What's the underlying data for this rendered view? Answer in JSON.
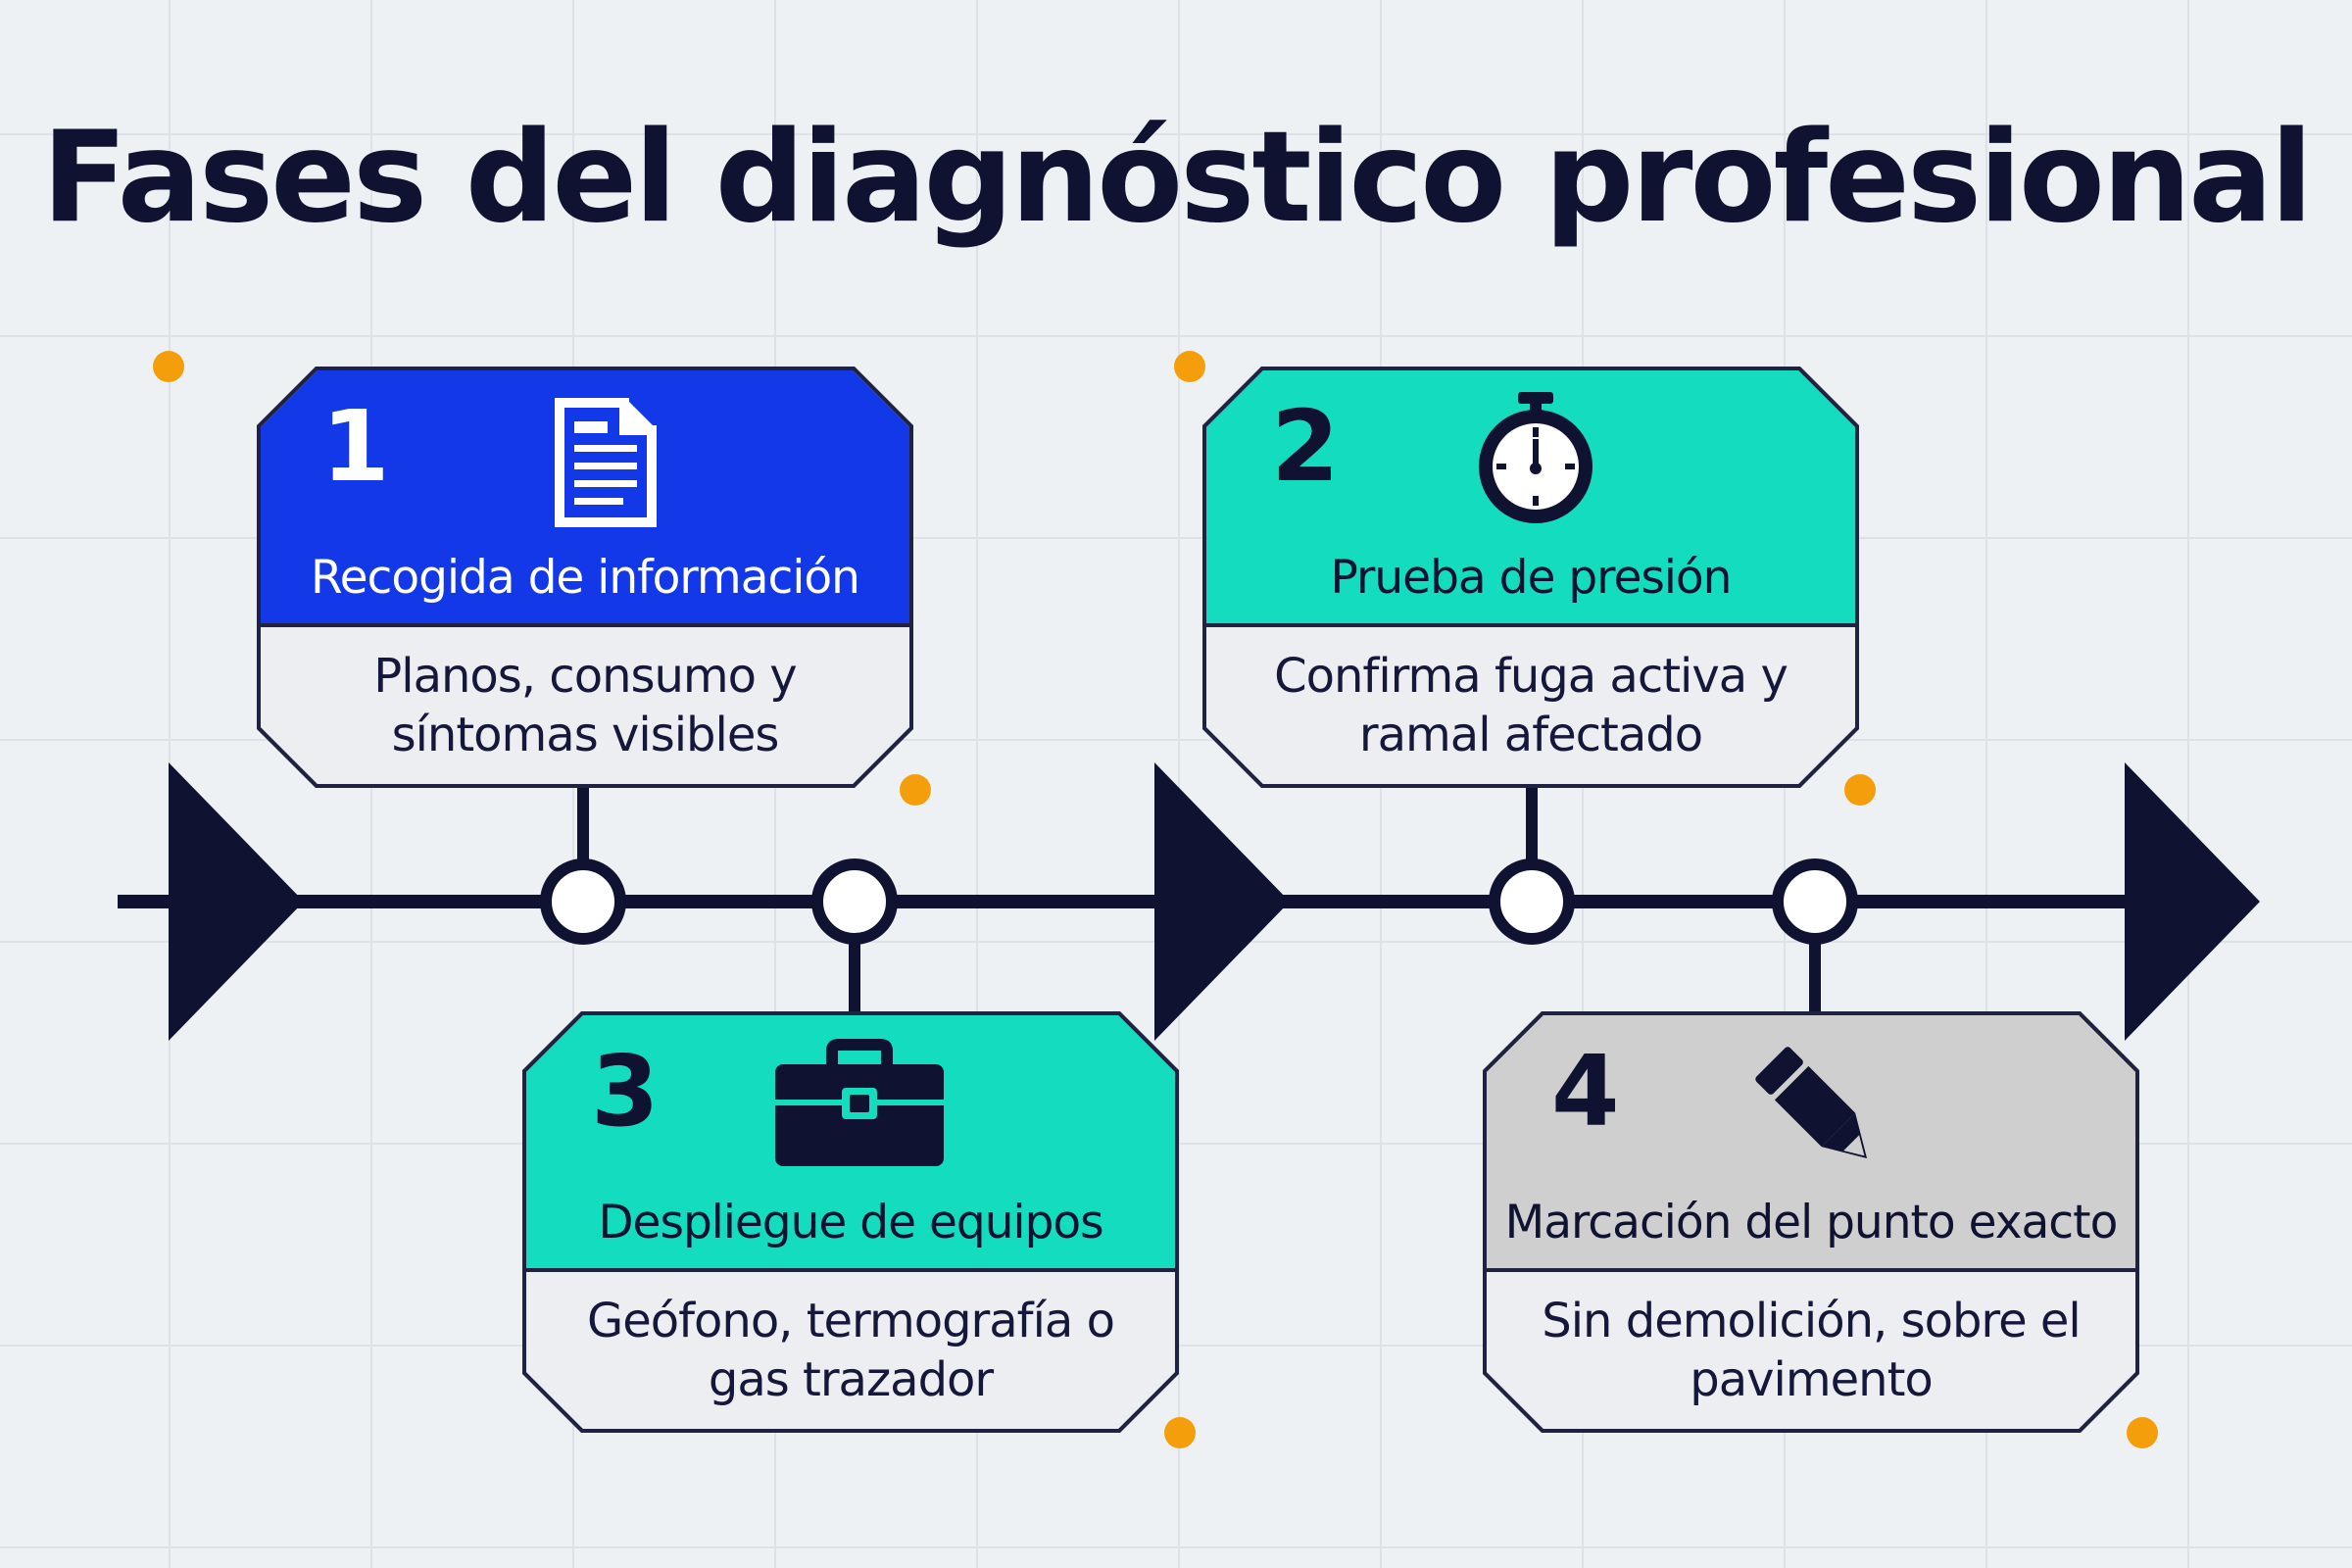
{
  "title": "Fases del diagnóstico profesional",
  "colors": {
    "navy": "#0f1230",
    "blue": "#1238e8",
    "teal": "#14dcbe",
    "gray": "#cfcfcf",
    "orange": "#f59e0b",
    "background": "#eef1f4"
  },
  "phases": [
    {
      "number": "1",
      "icon": "document-icon",
      "label": "Recogida de información",
      "description": "Planos, consumo y síntomas visibles"
    },
    {
      "number": "2",
      "icon": "stopwatch-icon",
      "label": "Prueba de presión",
      "description": "Confirma fuga activa y ramal afectado"
    },
    {
      "number": "3",
      "icon": "toolbox-icon",
      "label": "Despliegue de equipos",
      "description": "Geófono, termografía o gas trazador"
    },
    {
      "number": "4",
      "icon": "pencil-icon",
      "label": "Marcación del punto exacto",
      "description": "Sin demolición, sobre el pavimento"
    }
  ]
}
